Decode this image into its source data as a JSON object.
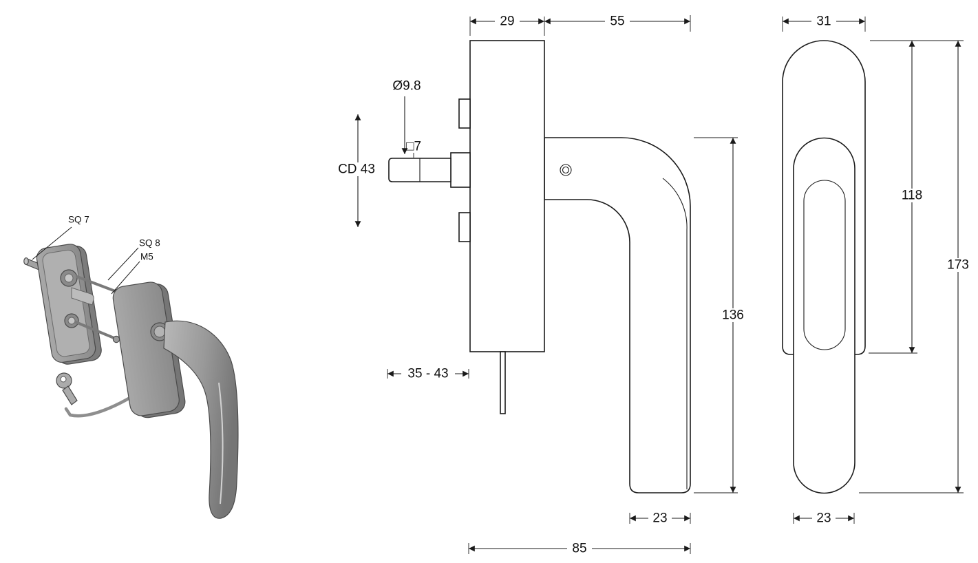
{
  "page": {
    "background": "#ffffff",
    "line_color": "#1a1a1a",
    "shade_light": "#b8b8b8",
    "shade_mid": "#9a9a9a",
    "shade_dark": "#757575"
  },
  "iso_view": {
    "labels": {
      "spindle": "SQ 7",
      "follower": "SQ 8",
      "screw": "M5"
    }
  },
  "side_view": {
    "dims": {
      "plate_depth": "29",
      "handle_reach": "55",
      "spindle_diameter": "Ø9.8",
      "spindle_square": "□7",
      "centre_distance": "CD 43",
      "clamp_range": "35 - 43",
      "handle_length": "136",
      "grip_depth": "23",
      "total_depth": "85"
    }
  },
  "front_view": {
    "dims": {
      "plate_width": "31",
      "plate_height": "118",
      "total_height": "173",
      "grip_width": "23"
    }
  }
}
